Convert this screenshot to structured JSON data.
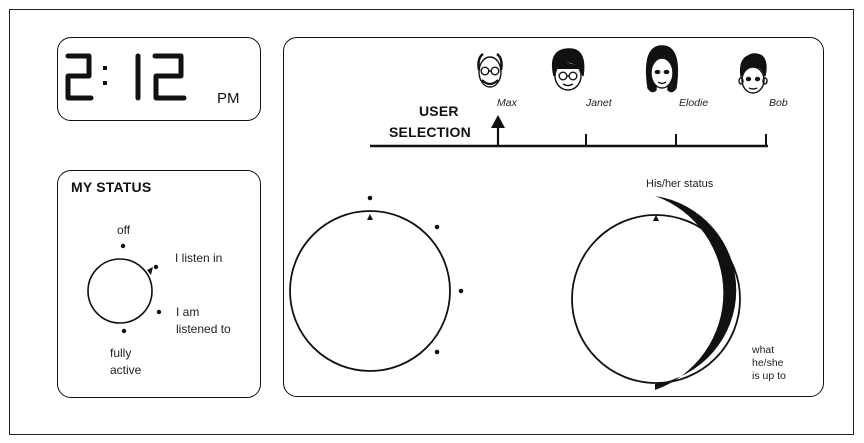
{
  "clock": {
    "hours": "2",
    "minutes": "12",
    "separator": ":",
    "period": "PM"
  },
  "my_status": {
    "title": "MY STATUS",
    "options": [
      "off",
      "I listen in",
      "I am\nlistened to",
      "fully\nactive"
    ]
  },
  "user_selection": {
    "title_line1": "USER",
    "title_line2": "SELECTION",
    "users": [
      "Max",
      "Janet",
      "Elodie",
      "Bob"
    ],
    "selected_user": "Max"
  },
  "partner_dial": {
    "arc_label": "His/her status",
    "side_label": "what\nhe/she\nis up to"
  },
  "colors": {
    "line": "#111111",
    "background": "#ffffff"
  },
  "icons": [
    "bald-man-glasses-avatar-icon",
    "woman-glasses-avatar-icon",
    "long-hair-woman-avatar-icon",
    "young-man-avatar-icon"
  ]
}
